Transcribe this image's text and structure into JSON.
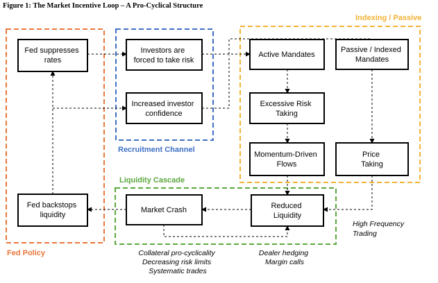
{
  "figure_title": "Figure 1: The Market Incentive Loop – A Pro-Cyclical Structure",
  "colors": {
    "fed_policy": "#e8763a",
    "recruitment": "#3e6fc4",
    "indexing": "#f2b233",
    "liquidity": "#5aa63c"
  },
  "groups": {
    "fed_policy": "Fed Policy",
    "recruitment": "Recruitment Channel",
    "indexing": "Indexing / Passive",
    "liquidity": "Liquidity Cascade"
  },
  "boxes": {
    "fed_suppresses": [
      "Fed suppresses",
      "rates"
    ],
    "investors_forced": [
      "Investors are",
      "forced to take risk"
    ],
    "increased_confidence": [
      "Increased investor",
      "confidence"
    ],
    "active_mandates": [
      "Active Mandates"
    ],
    "passive_mandates": [
      "Passive / Indexed",
      "Mandates"
    ],
    "excessive_risk": [
      "Excessive Risk",
      "Taking"
    ],
    "momentum_flows": [
      "Momentum-Driven",
      "Flows"
    ],
    "price_taking": [
      "Price",
      "Taking"
    ],
    "reduced_liquidity": [
      "Reduced",
      "Liquidity"
    ],
    "market_crash": [
      "Market Crash"
    ],
    "fed_backstops": [
      "Fed backstops",
      "liquidity"
    ]
  },
  "notes": {
    "hft": [
      "High Frequency",
      "Trading"
    ],
    "collateral": [
      "Collateral pro-cyclicality",
      "Decreasing risk limits",
      "Systematic trades"
    ],
    "dealer": [
      "Dealer hedging",
      "Margin calls"
    ]
  }
}
